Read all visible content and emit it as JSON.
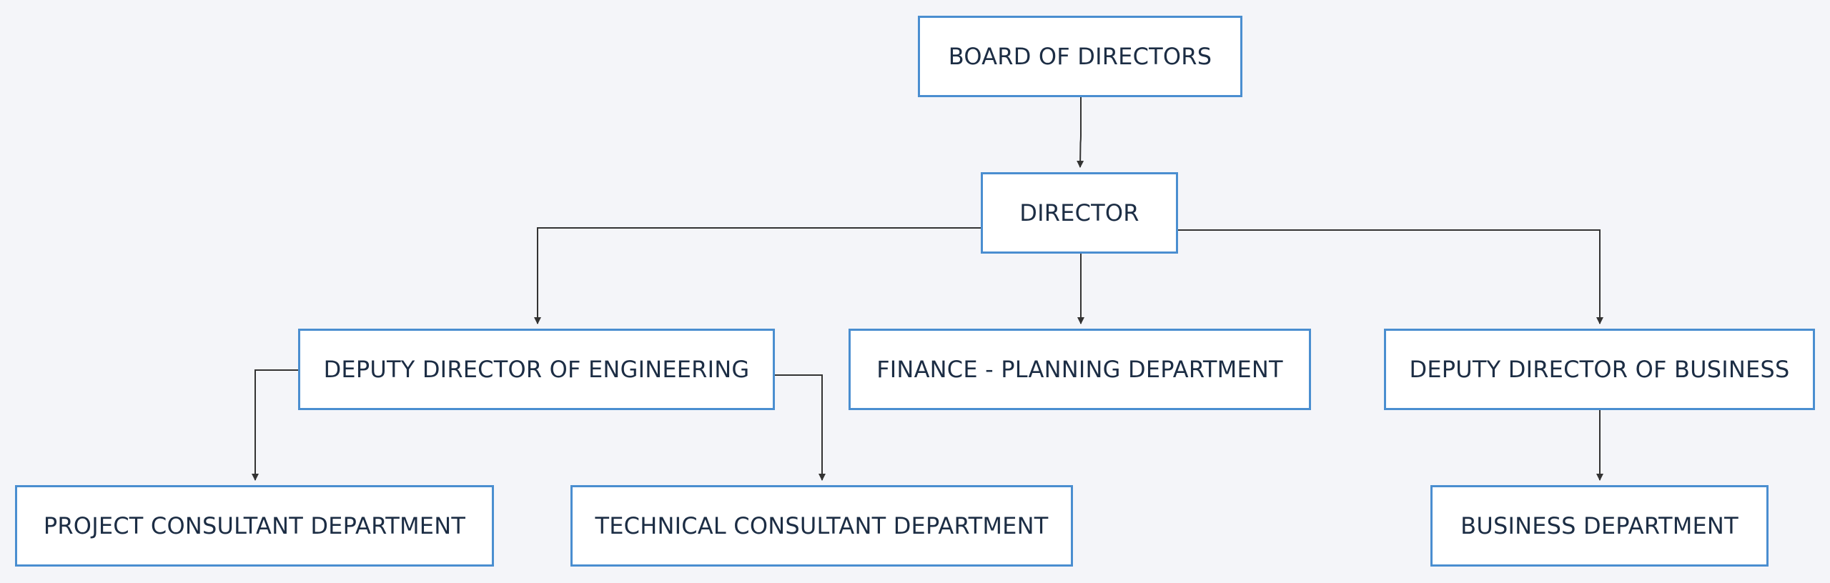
{
  "nodes": {
    "board": "BOARD OF DIRECTORS",
    "director": "DIRECTOR",
    "deputy_engineering": "DEPUTY DIRECTOR OF ENGINEERING",
    "finance_planning": "FINANCE - PLANNING DEPARTMENT",
    "deputy_business": "DEPUTY DIRECTOR OF BUSINESS",
    "project_consultant": "PROJECT CONSULTANT DEPARTMENT",
    "technical_consultant": "TECHNICAL CONSULTANT DEPARTMENT",
    "business_department": "BUSINESS DEPARTMENT"
  },
  "edges": [
    {
      "from": "board",
      "to": "director"
    },
    {
      "from": "director",
      "to": "deputy_engineering"
    },
    {
      "from": "director",
      "to": "finance_planning"
    },
    {
      "from": "director",
      "to": "deputy_business"
    },
    {
      "from": "deputy_engineering",
      "to": "project_consultant"
    },
    {
      "from": "deputy_engineering",
      "to": "technical_consultant"
    },
    {
      "from": "deputy_business",
      "to": "business_department"
    }
  ],
  "colors": {
    "background": "#f4f5f9",
    "box_border": "#4a8ed0",
    "box_fill": "#ffffff",
    "text": "#1c2d44",
    "connector": "#333333"
  }
}
